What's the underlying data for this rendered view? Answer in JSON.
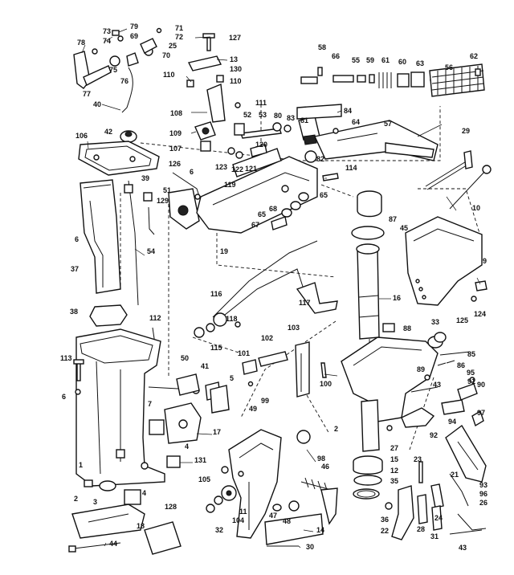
{
  "callouts": [
    {
      "id": "79"
    },
    {
      "id": "71"
    },
    {
      "id": "73"
    },
    {
      "id": "69"
    },
    {
      "id": "72"
    },
    {
      "id": "74"
    },
    {
      "id": "25"
    },
    {
      "id": "78"
    },
    {
      "id": "70"
    },
    {
      "id": "127"
    },
    {
      "id": "75"
    },
    {
      "id": "76"
    },
    {
      "id": "13"
    },
    {
      "id": "130"
    },
    {
      "id": "77"
    },
    {
      "id": "40"
    },
    {
      "id": "110a",
      "label": "110"
    },
    {
      "id": "110b",
      "label": "110"
    },
    {
      "id": "111"
    },
    {
      "id": "108"
    },
    {
      "id": "52"
    },
    {
      "id": "53"
    },
    {
      "id": "80"
    },
    {
      "id": "83"
    },
    {
      "id": "81"
    },
    {
      "id": "84"
    },
    {
      "id": "64"
    },
    {
      "id": "58"
    },
    {
      "id": "66"
    },
    {
      "id": "55"
    },
    {
      "id": "59"
    },
    {
      "id": "61"
    },
    {
      "id": "60"
    },
    {
      "id": "63"
    },
    {
      "id": "56"
    },
    {
      "id": "62"
    },
    {
      "id": "57"
    },
    {
      "id": "42"
    },
    {
      "id": "106"
    },
    {
      "id": "109"
    },
    {
      "id": "107"
    },
    {
      "id": "120"
    },
    {
      "id": "82"
    },
    {
      "id": "29"
    },
    {
      "id": "123"
    },
    {
      "id": "122"
    },
    {
      "id": "121"
    },
    {
      "id": "6a",
      "label": "6"
    },
    {
      "id": "126"
    },
    {
      "id": "114"
    },
    {
      "id": "119"
    },
    {
      "id": "39"
    },
    {
      "id": "51"
    },
    {
      "id": "129"
    },
    {
      "id": "65a",
      "label": "65"
    },
    {
      "id": "68"
    },
    {
      "id": "65b",
      "label": "65"
    },
    {
      "id": "10"
    },
    {
      "id": "87"
    },
    {
      "id": "67"
    },
    {
      "id": "45"
    },
    {
      "id": "6b",
      "label": "6"
    },
    {
      "id": "54"
    },
    {
      "id": "19"
    },
    {
      "id": "9"
    },
    {
      "id": "37"
    },
    {
      "id": "116"
    },
    {
      "id": "117"
    },
    {
      "id": "16"
    },
    {
      "id": "38"
    },
    {
      "id": "118"
    },
    {
      "id": "124"
    },
    {
      "id": "125"
    },
    {
      "id": "112"
    },
    {
      "id": "115"
    },
    {
      "id": "33"
    },
    {
      "id": "88"
    },
    {
      "id": "103"
    },
    {
      "id": "102"
    },
    {
      "id": "101"
    },
    {
      "id": "85"
    },
    {
      "id": "113"
    },
    {
      "id": "86"
    },
    {
      "id": "50"
    },
    {
      "id": "41"
    },
    {
      "id": "89"
    },
    {
      "id": "95"
    },
    {
      "id": "5"
    },
    {
      "id": "100"
    },
    {
      "id": "43a",
      "label": "43"
    },
    {
      "id": "91"
    },
    {
      "id": "90"
    },
    {
      "id": "6c",
      "label": "6"
    },
    {
      "id": "99"
    },
    {
      "id": "7"
    },
    {
      "id": "49"
    },
    {
      "id": "97"
    },
    {
      "id": "94"
    },
    {
      "id": "17"
    },
    {
      "id": "2a",
      "label": "2"
    },
    {
      "id": "92"
    },
    {
      "id": "4a",
      "label": "4"
    },
    {
      "id": "98"
    },
    {
      "id": "27"
    },
    {
      "id": "15"
    },
    {
      "id": "131"
    },
    {
      "id": "23"
    },
    {
      "id": "1"
    },
    {
      "id": "12"
    },
    {
      "id": "105"
    },
    {
      "id": "46"
    },
    {
      "id": "35"
    },
    {
      "id": "21"
    },
    {
      "id": "93"
    },
    {
      "id": "96"
    },
    {
      "id": "26"
    },
    {
      "id": "2b",
      "label": "2"
    },
    {
      "id": "4b",
      "label": "4"
    },
    {
      "id": "3"
    },
    {
      "id": "11"
    },
    {
      "id": "104"
    },
    {
      "id": "47"
    },
    {
      "id": "48"
    },
    {
      "id": "36"
    },
    {
      "id": "22"
    },
    {
      "id": "28"
    },
    {
      "id": "24"
    },
    {
      "id": "31"
    },
    {
      "id": "32"
    },
    {
      "id": "128"
    },
    {
      "id": "18"
    },
    {
      "id": "14"
    },
    {
      "id": "43b",
      "label": "43"
    },
    {
      "id": "44"
    },
    {
      "id": "30"
    }
  ]
}
